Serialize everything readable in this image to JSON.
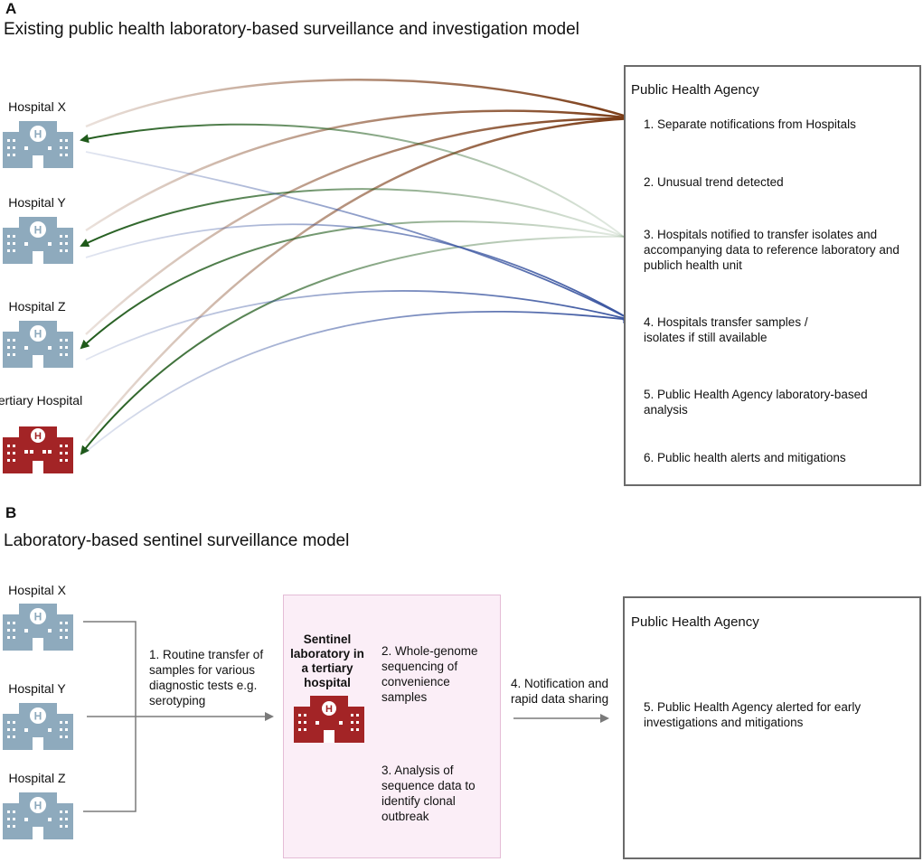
{
  "panel_a": {
    "letter": "A",
    "title": "Existing public health laboratory-based surveillance and investigation model",
    "hospitals": [
      {
        "label": "Hospital X"
      },
      {
        "label": "Hospital Y"
      },
      {
        "label": "Hospital Z"
      },
      {
        "label": "Tertiary Hospital"
      }
    ],
    "agency": {
      "title": "Public Health Agency",
      "steps": [
        "1. Separate notifications from Hospitals",
        "2. Unusual trend detected",
        "3. Hospitals notified to transfer isolates and accompanying data to reference laboratory and publich health unit",
        "4. Hospitals transfer samples / isolates if still available",
        "5. Public Health Agency laboratory-based analysis",
        "6. Public health alerts and mitigations"
      ]
    }
  },
  "panel_b": {
    "letter": "B",
    "title": "Laboratory-based sentinel surveillance model",
    "hospitals": [
      {
        "label": "Hospital X"
      },
      {
        "label": "Hospital Y"
      },
      {
        "label": "Hospital Z"
      }
    ],
    "step1": "1. Routine transfer of samples for various diagnostic tests e.g. serotyping",
    "sentinel_label": "Sentinel laboratory in a tertiary hospital",
    "step2": "2. Whole-genome sequencing of convenience samples",
    "step3": "3. Analysis of sequence data to identify clonal outbreak",
    "step4": "4. Notification and rapid data sharing",
    "agency": {
      "title": "Public Health Agency",
      "step5": "5. Public Health Agency alerted for early investigations and mitigations"
    }
  },
  "colors": {
    "hospital": "#8eaabd",
    "tertiary": "#a32426",
    "notification_arrow": "#7a3a14",
    "notify_back_arrow": "#1f5a1a",
    "transfer_arrow": "#3a55a0",
    "grey_arrow": "#7a7a7a",
    "sentinel_bg": "#fbeef7"
  },
  "icons": [
    "hospital-icon",
    "tertiary-hospital-icon"
  ]
}
